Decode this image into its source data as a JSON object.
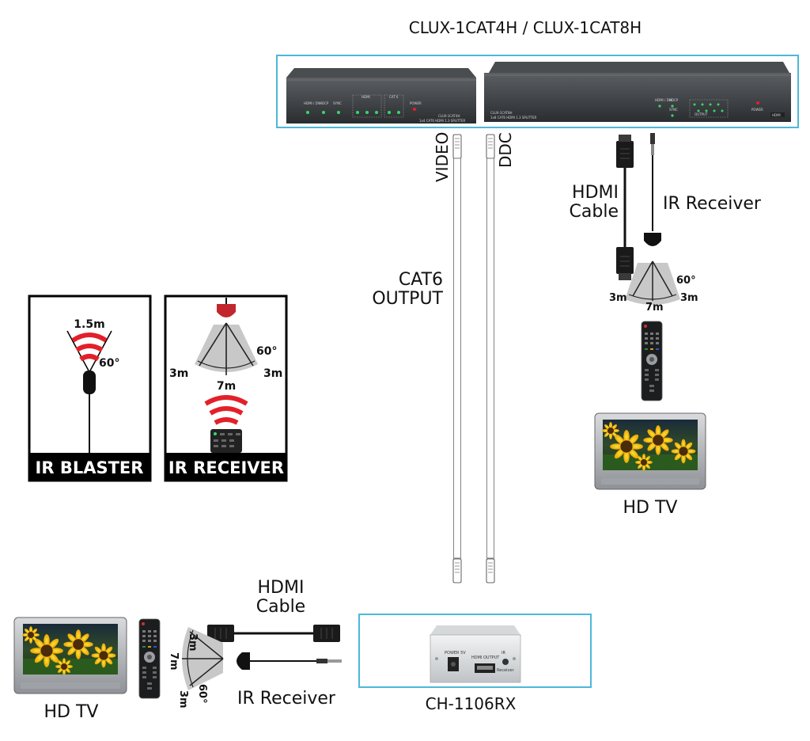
{
  "title": "CLUX-1CAT4H / CLUX-1CAT8H",
  "splitter": {
    "small_unit": {
      "leds": [
        "HDMI / DVI",
        "HDCP",
        "SYNC"
      ],
      "group_hdmi": "HDMI",
      "group_cat": "CAT 6",
      "power": "POWER",
      "model": "CLUX-1CAT4H",
      "desc": "1x4 CAT6 HDMI 1.3 SPLITTER"
    },
    "large_unit": {
      "model": "CLUX-1CAT8H",
      "desc": "1x8 CAT6 HDMI 1.3 SPLITTER",
      "leds": [
        "HDMI / DVI",
        "HDCP",
        "SYNC"
      ],
      "output": "OUTPUT",
      "power": "POWER",
      "logo": "HDMI"
    }
  },
  "cables": {
    "video": "VIDEO",
    "ddc": "DDC",
    "cat6_line1": "CAT6",
    "cat6_line2": "OUTPUT"
  },
  "top_right": {
    "hdmi_line1": "HDMI",
    "hdmi_line2": "Cable",
    "ir_receiver": "IR Receiver",
    "angle": "60°",
    "left_dist": "3m",
    "center_dist": "7m",
    "right_dist": "3m",
    "tv": "HD TV"
  },
  "ir_blaster_card": {
    "distance": "1.5m",
    "angle": "60°",
    "label": "IR BLASTER"
  },
  "ir_receiver_card": {
    "angle": "60°",
    "left_dist": "3m",
    "center_dist": "7m",
    "right_dist": "3m",
    "label": "IR RECEIVER"
  },
  "bottom": {
    "hdmi_line1": "HDMI",
    "hdmi_line2": "Cable",
    "ir_receiver": "IR Receiver",
    "tv": "HD TV",
    "top_dist": "3m",
    "center_dist": "7m",
    "bottom_dist": "3m",
    "angle": "60°",
    "receiver_model": "CH-1106RX",
    "receiver_panel": {
      "power": "POWER 5V",
      "hdmi_output": "HDMI OUTPUT",
      "ir": "IR",
      "receiver": "Receiver"
    }
  },
  "colors": {
    "frame": "#4db8d8",
    "ir_red": "#e3202a",
    "led_green": "#38d66b",
    "card_black": "#000000"
  }
}
